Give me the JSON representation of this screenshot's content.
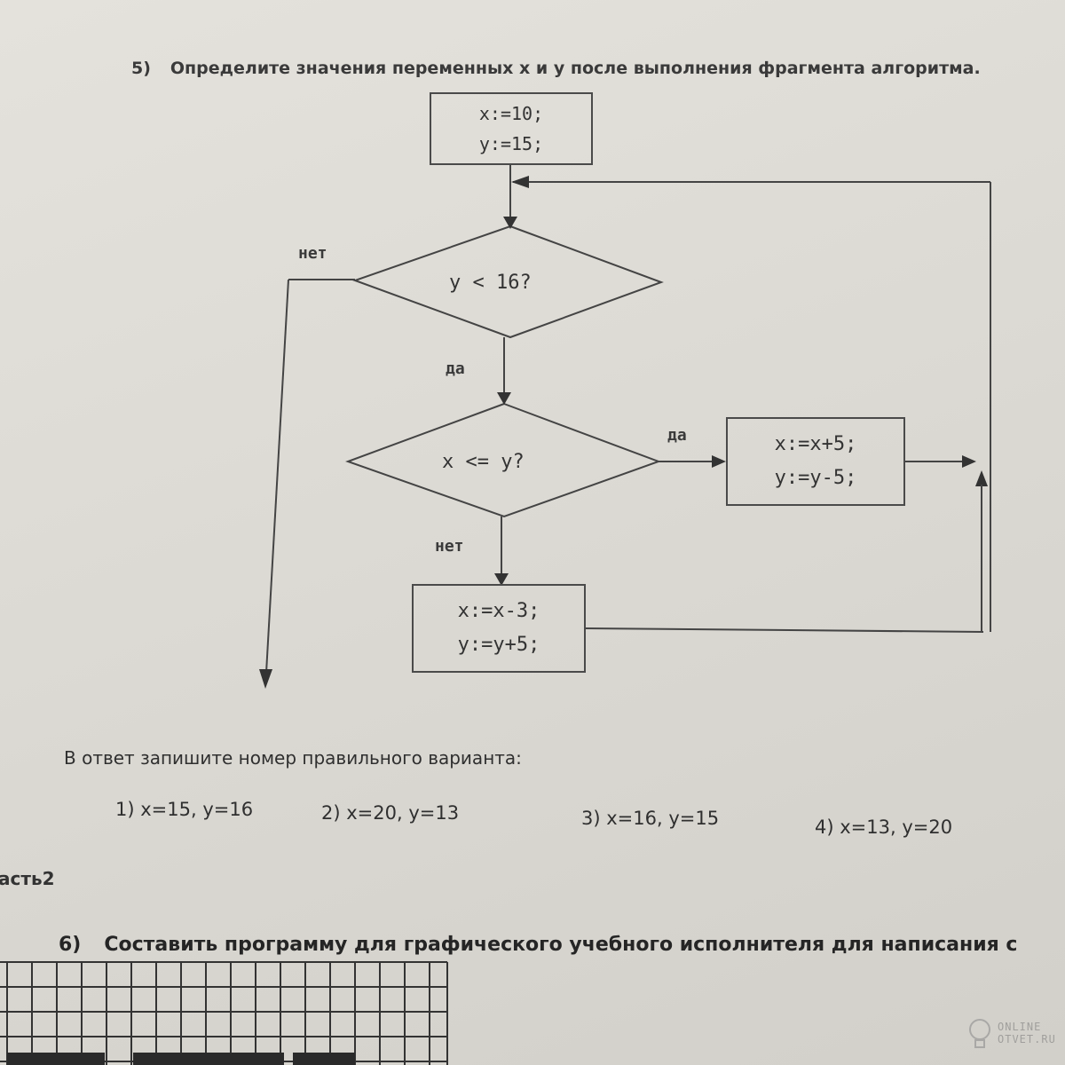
{
  "task5": {
    "number": "5)",
    "question": "Определите значения переменных x и y после выполнения фрагмента алгоритма."
  },
  "flowchart": {
    "init_lines": [
      "x:=10;",
      "y:=15;"
    ],
    "condition1": "y < 16?",
    "condition1_no": "нет",
    "condition1_yes": "да",
    "condition2": "x <= y?",
    "condition2_yes": "да",
    "condition2_no": "нет",
    "yes_lines": [
      "x:=x+5;",
      "y:=y-5;"
    ],
    "no_lines": [
      "x:=x-3;",
      "y:=y+5;"
    ]
  },
  "answer": {
    "prompt": "В ответ запишите номер правильного варианта:",
    "options": [
      "1) x=15, y=16",
      "2) x=20, y=13",
      "3) x=16, y=15",
      "4) x=13, y=20"
    ]
  },
  "part2_label": "асть2",
  "task6": {
    "number": "6)",
    "text": "Составить программу для графического учебного исполнителя для написания с"
  },
  "watermark": {
    "line1": "ONLINE",
    "line2": "OTVET.RU"
  }
}
